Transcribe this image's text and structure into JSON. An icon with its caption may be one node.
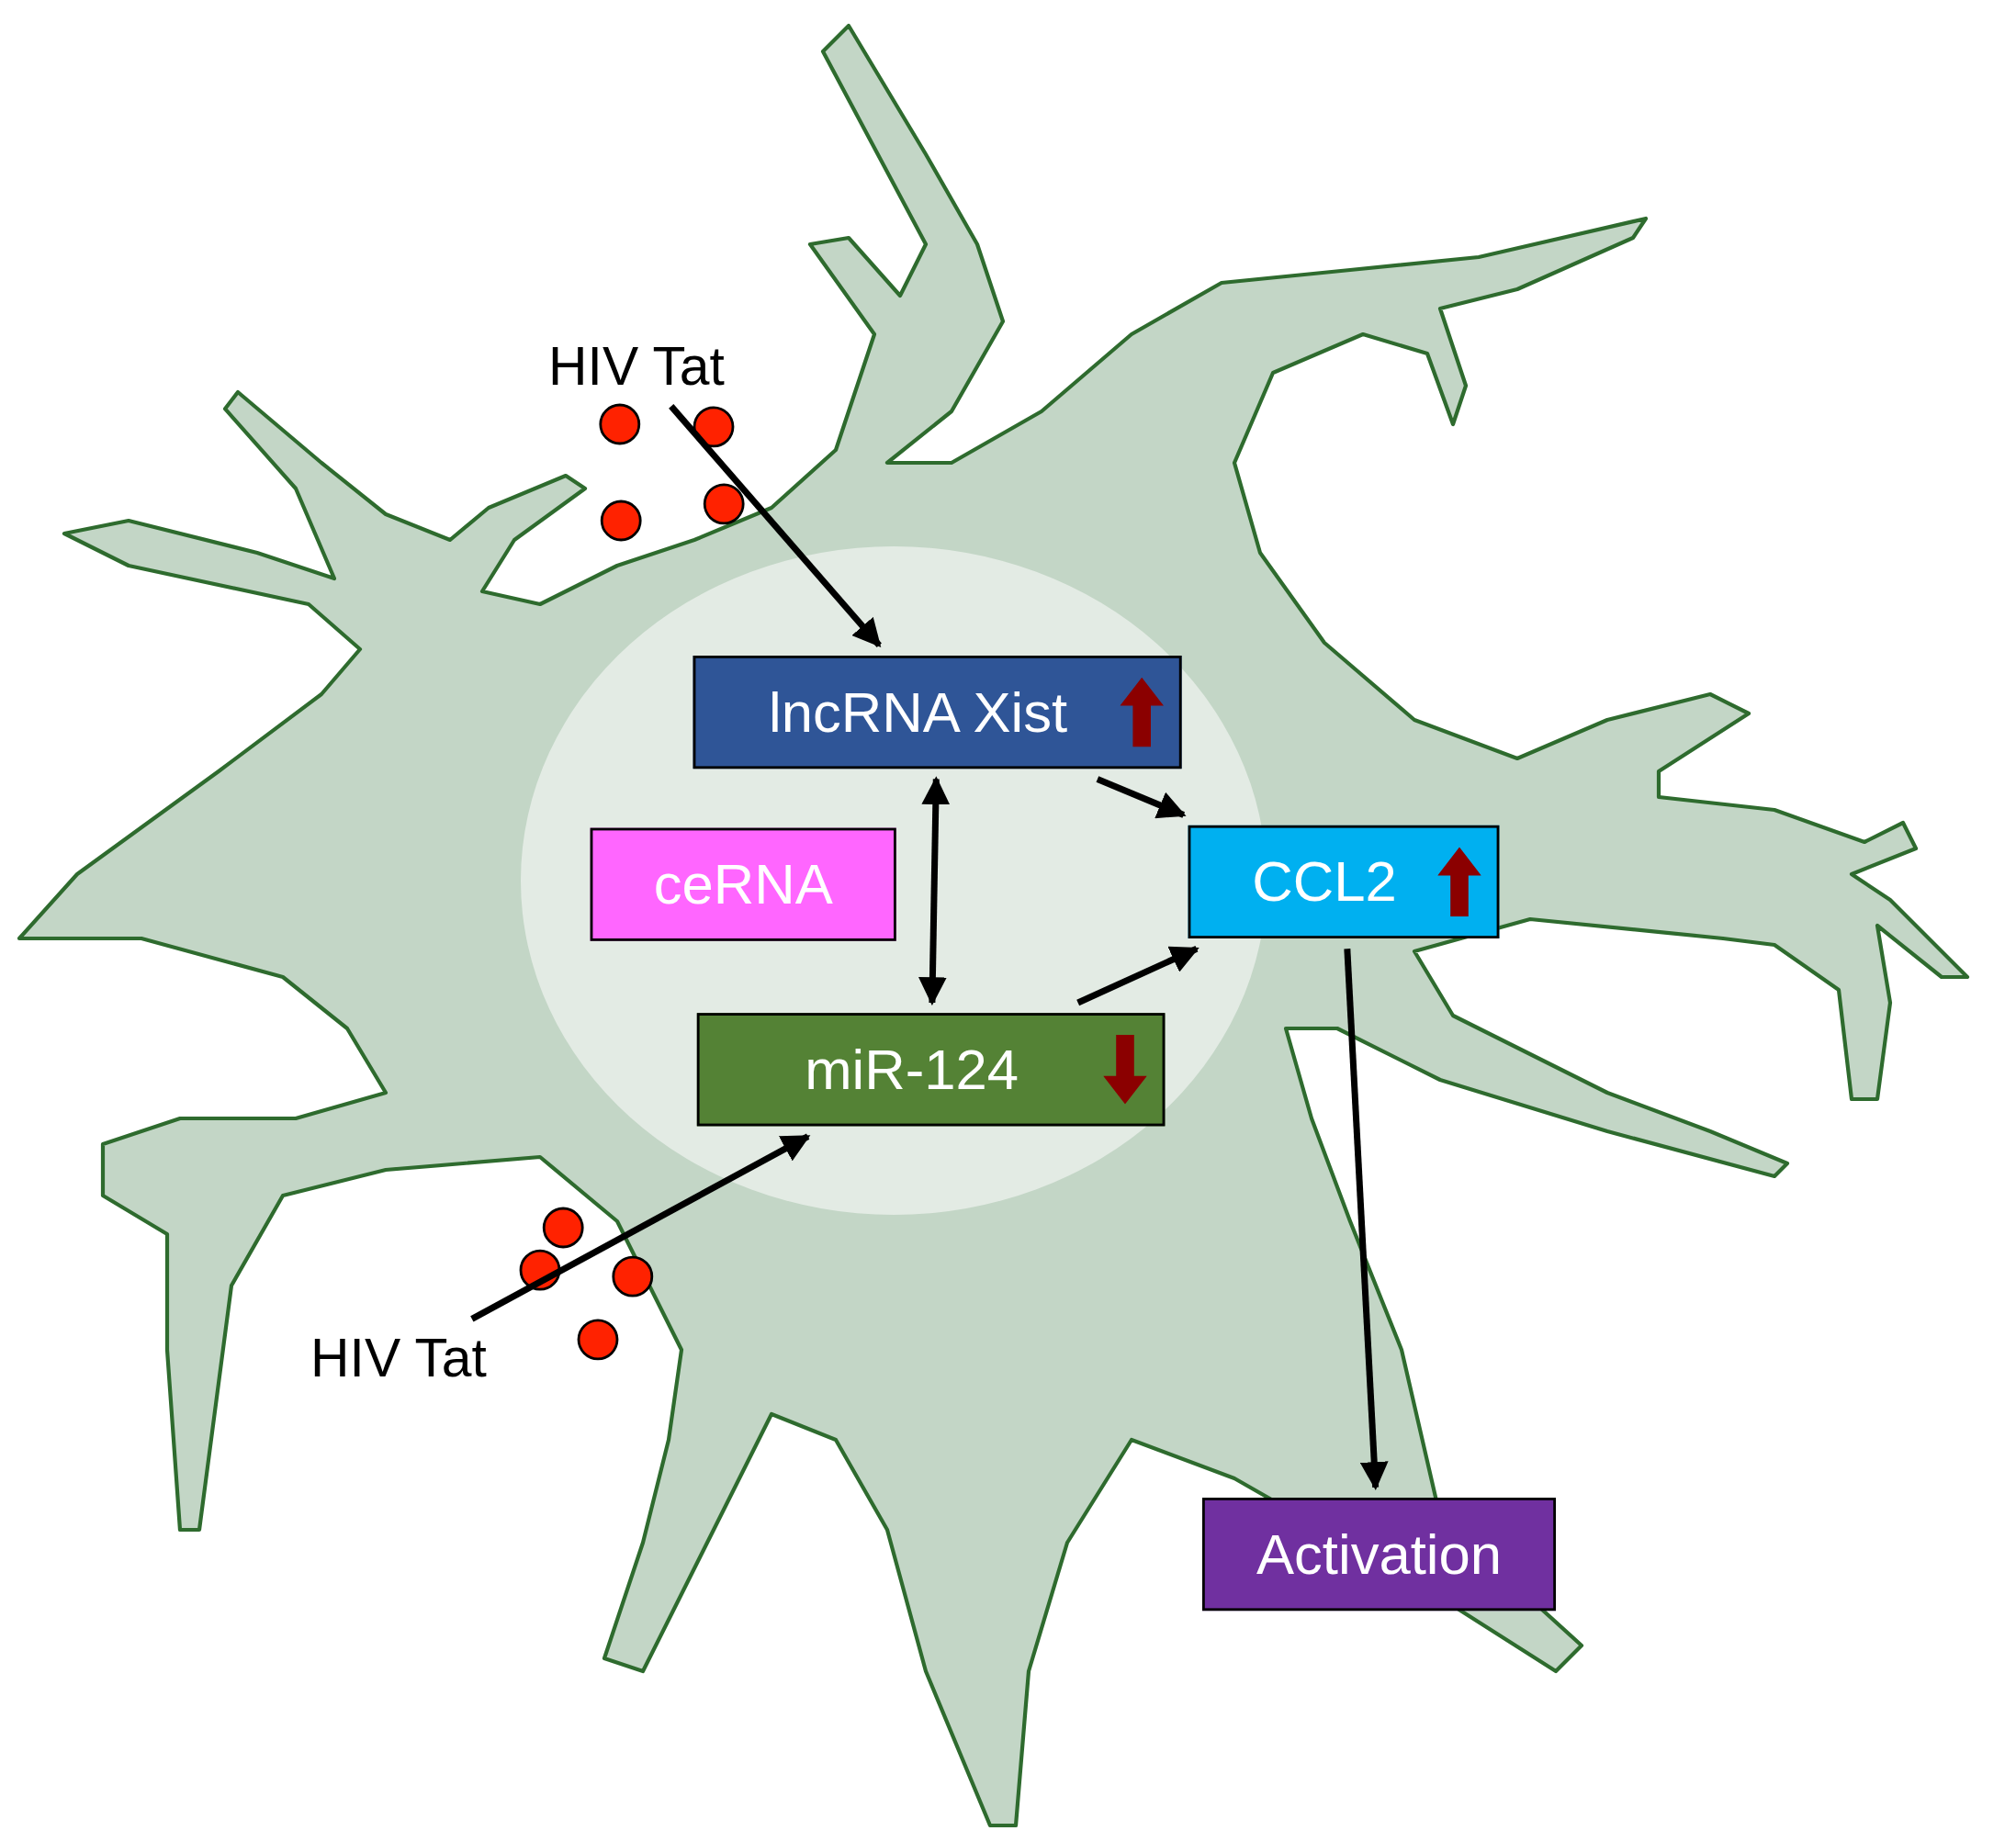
{
  "diagram": {
    "nodes": [
      {
        "text": [
          "HIV Tat"
        ]
      },
      {
        "text": [
          "lncRNA Xist"
        ]
      },
      {
        "text": [
          "ceRNA"
        ]
      },
      {
        "text": [
          "CCL2"
        ]
      },
      {
        "text": [
          "miR-124"
        ]
      },
      {
        "text": [
          "HIV Tat"
        ]
      },
      {
        "text": [
          "Activation"
        ]
      }
    ],
    "edges": [
      {
        "from": 0,
        "to": 1,
        "arrow": "to"
      },
      {
        "from": 1,
        "to": 3,
        "arrow": "to"
      },
      {
        "from": 1,
        "to": 4,
        "arrow": "both"
      },
      {
        "from": 4,
        "to": 3,
        "arrow": "to"
      },
      {
        "from": 5,
        "to": 4,
        "arrow": "to"
      },
      {
        "from": 3,
        "to": 6,
        "arrow": "to"
      }
    ]
  }
}
